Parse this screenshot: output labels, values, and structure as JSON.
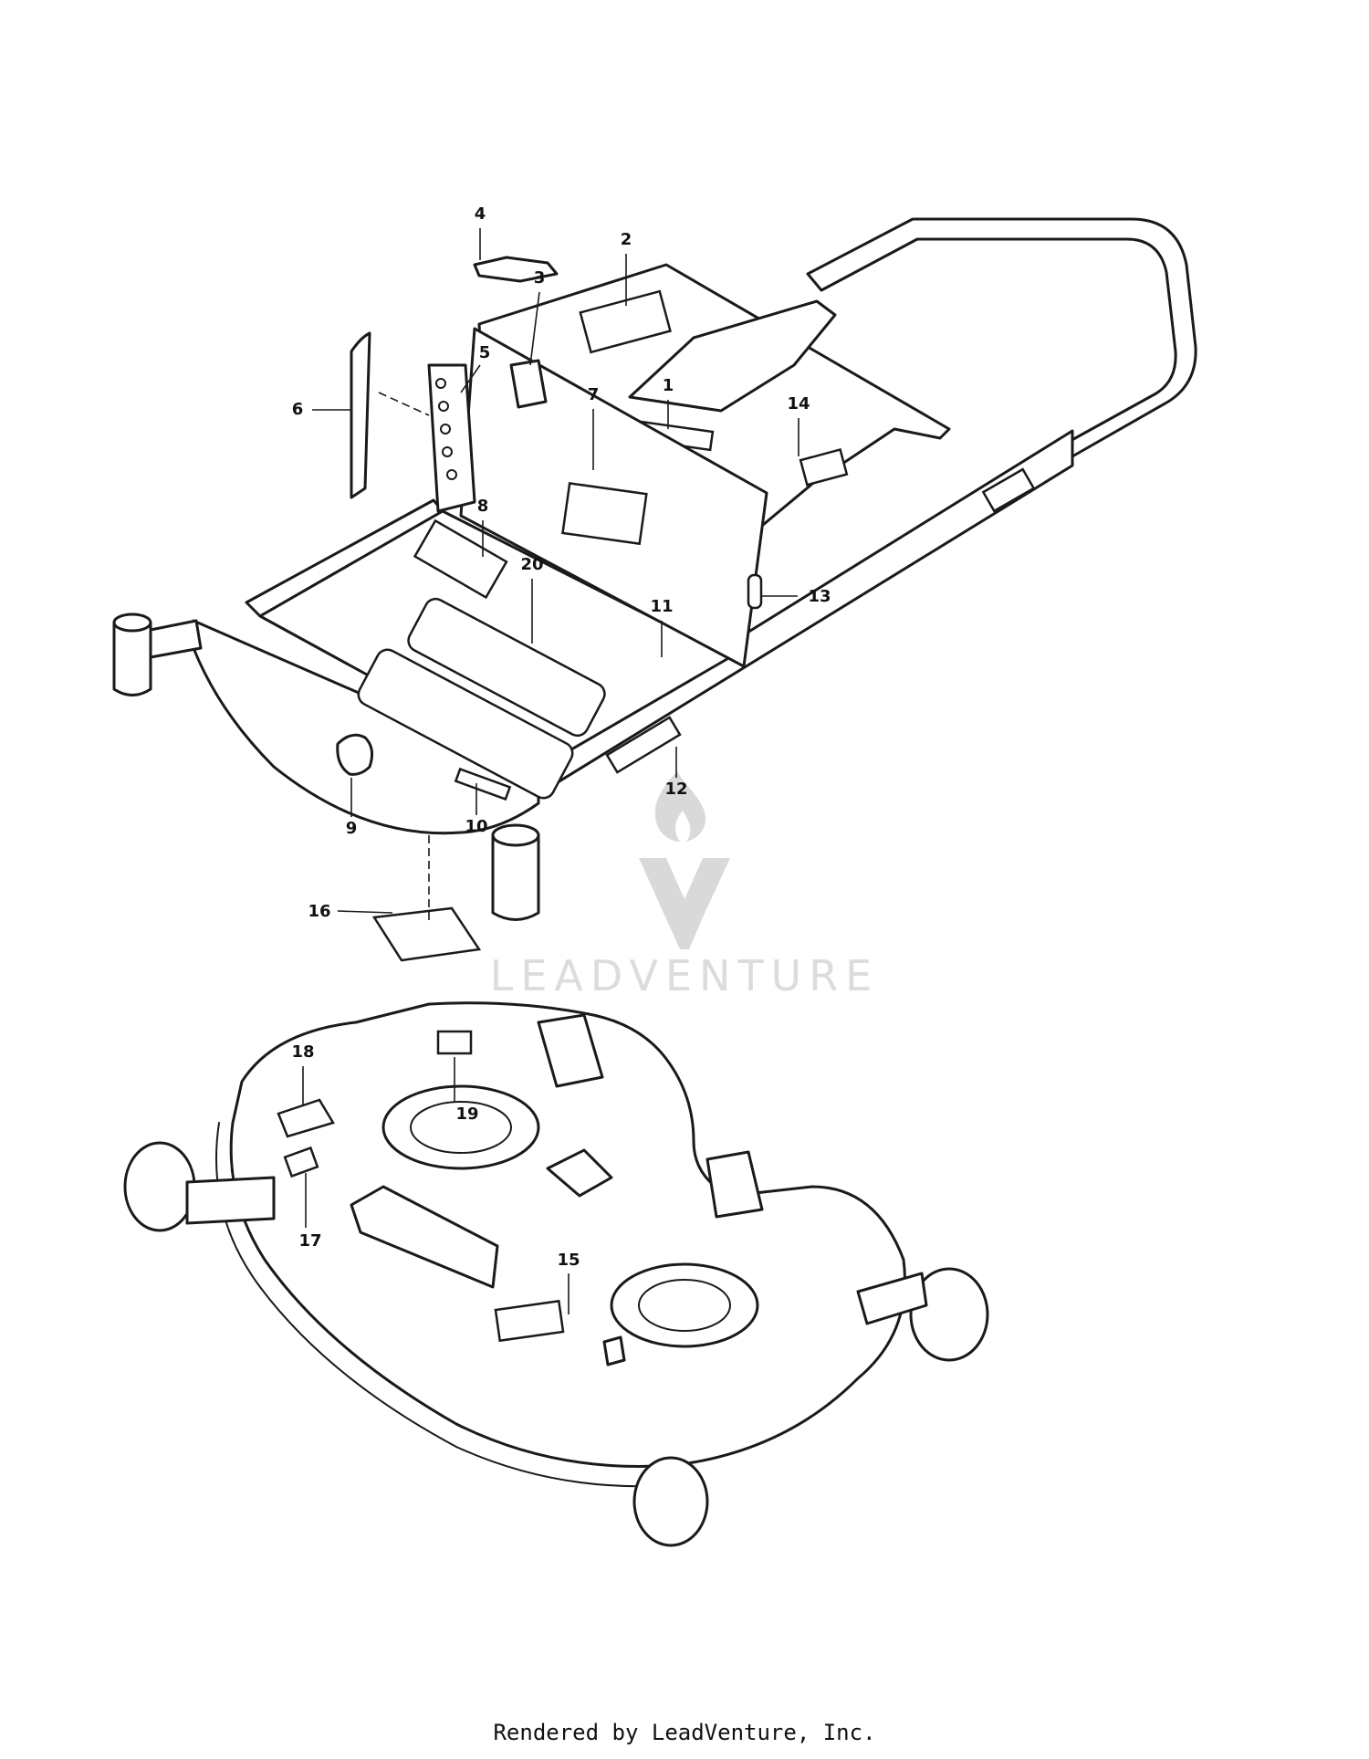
{
  "callouts": {
    "c1": "1",
    "c2": "2",
    "c3": "3",
    "c4": "4",
    "c5": "5",
    "c6": "6",
    "c7": "7",
    "c8": "8",
    "c9": "9",
    "c10": "10",
    "c11": "11",
    "c12": "12",
    "c13": "13",
    "c14": "14",
    "c15": "15",
    "c16": "16",
    "c17": "17",
    "c18": "18",
    "c19": "19",
    "c20": "20"
  },
  "watermark": {
    "text": "LEADVENTURE"
  },
  "footer": {
    "text": "Rendered by LeadVenture, Inc."
  },
  "colors": {
    "line": "#1a1a1a",
    "watermark": "#d9d9d9",
    "background": "#ffffff"
  }
}
